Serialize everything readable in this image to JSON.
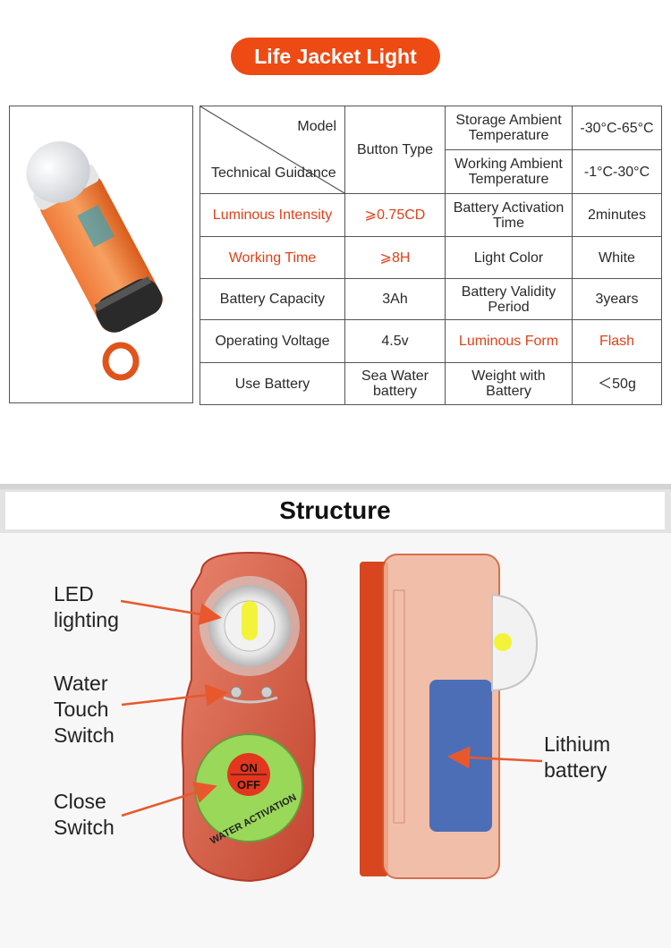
{
  "header": {
    "title": "Life Jacket Light"
  },
  "spec_table": {
    "corner_model": "Model",
    "corner_guidance": "Technical Guidance",
    "model_value": "Button Type",
    "rows": [
      {
        "c1": "",
        "c2": "",
        "c3": "Storage Ambient Temperature",
        "c4": "-30°C-65°C"
      },
      {
        "c1": "",
        "c2": "",
        "c3": "Working Ambient Temperature",
        "c4": "-1°C-30°C"
      },
      {
        "c1": "Luminous Intensity",
        "c2": "⩾0.75CD",
        "c3": "Battery Activation Time",
        "c4": "2minutes"
      },
      {
        "c1": "Working Time",
        "c2": "⩾8H",
        "c3": "Light Color",
        "c4": "White"
      },
      {
        "c1": "Battery Capacity",
        "c2": "3Ah",
        "c3": "Battery Validity Period",
        "c4": "3years"
      },
      {
        "c1": "Operating Voltage",
        "c2": "4.5v",
        "c3": "Luminous Form",
        "c4": "Flash"
      },
      {
        "c1": "Use Battery",
        "c2": "Sea Water battery",
        "c3": "Weight with Battery",
        "c4": "＜50g"
      }
    ]
  },
  "structure": {
    "title": "Structure",
    "labels": {
      "led": "LED lighting",
      "water": "Water Touch Switch",
      "close": "Close Switch",
      "lithium": "Lithium battery"
    },
    "button_on": "ON",
    "button_off": "OFF",
    "button_ring": "WATER ACTIVATION"
  },
  "colors": {
    "accent": "#ee4a14",
    "red_text": "#e0411a",
    "arrow": "#e8582c"
  }
}
